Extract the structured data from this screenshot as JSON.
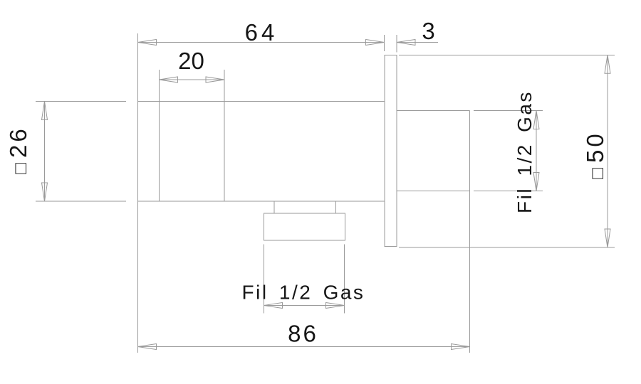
{
  "canvas": {
    "background": "#ffffff",
    "line_color": "#9a9a9a",
    "text_color": "#161616"
  },
  "dimensions": {
    "body_length_top": {
      "label": "64"
    },
    "plate_thickness": {
      "label": "3"
    },
    "segment_length": {
      "label": "20"
    },
    "body_square": {
      "symbol": "□",
      "label": "26"
    },
    "plate_square": {
      "symbol": "□",
      "label": "50"
    },
    "overall_length": {
      "label": "86"
    },
    "outlet_thread": {
      "label": "Fil 1/2 Gas"
    },
    "side_thread": {
      "label": "Fil 1/2 Gas"
    }
  }
}
